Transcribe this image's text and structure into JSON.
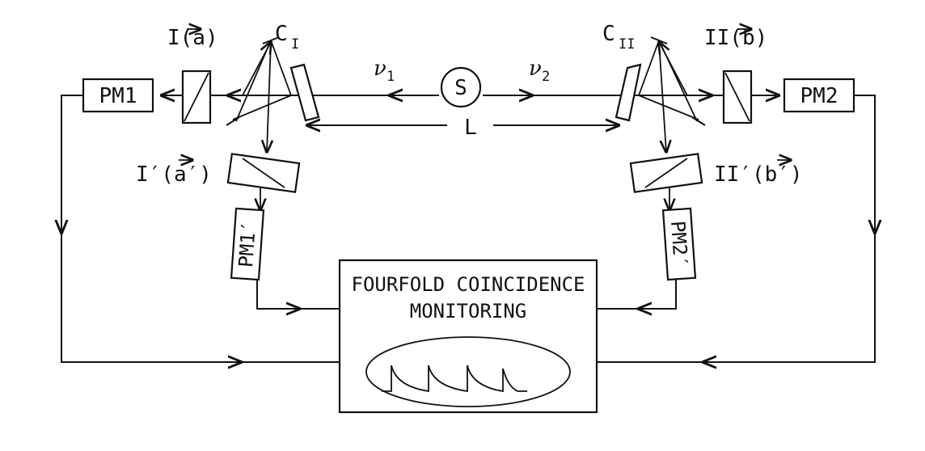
{
  "components": {
    "source_label": "S",
    "nu1": "ν",
    "nu1_sub": "1",
    "nu2": "ν",
    "nu2_sub": "2",
    "distance_label": "L",
    "ci_main": "C",
    "ci_sub": "I",
    "cii_main": "C",
    "cii_sub": "II",
    "pol_i": "I(a)",
    "pol_ii": "II(b)",
    "pol_i_prime": "I′(a′)",
    "pol_ii_prime": "II′(b′)",
    "pm1": "PM1",
    "pm2": "PM2",
    "pm1_prime": "PM1′",
    "pm2_prime": "PM2′"
  },
  "monitor": {
    "line1": "FOURFOLD COINCIDENCE",
    "line2": "MONITORING"
  }
}
